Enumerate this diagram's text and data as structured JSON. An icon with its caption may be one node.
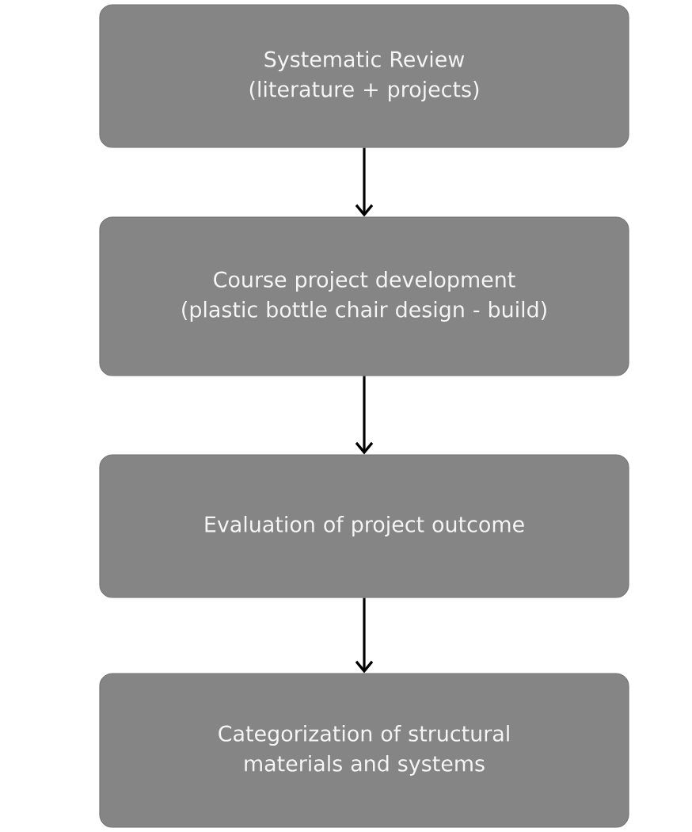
{
  "diagram": {
    "nodes": [
      {
        "text": [
          "Systematic  Review",
          "(literature + projects)"
        ]
      },
      {
        "text": [
          "Course project development",
          "(plastic bottle chair design - build)"
        ]
      },
      {
        "text": [
          "Evaluation of project outcome"
        ]
      },
      {
        "text": [
          "Categorization of structural materials and systems"
        ]
      }
    ],
    "edges": [
      {
        "from": 0,
        "to": 1,
        "arrow": "to"
      },
      {
        "from": 1,
        "to": 2,
        "arrow": "to"
      },
      {
        "from": 2,
        "to": 3,
        "arrow": "to"
      }
    ]
  }
}
